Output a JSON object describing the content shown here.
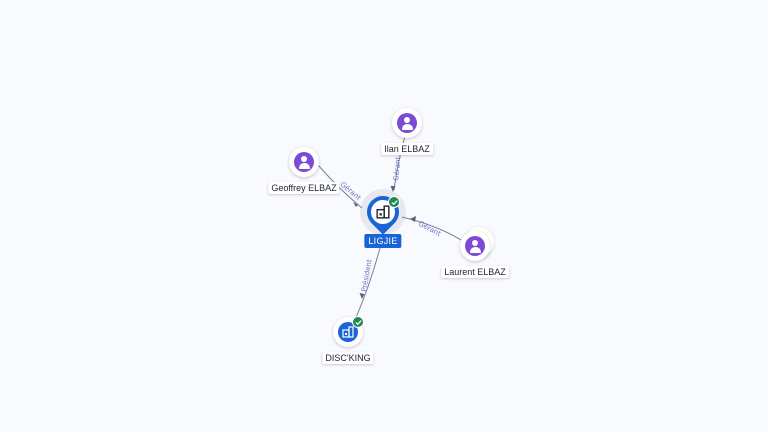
{
  "center": {
    "name": "LIGJIE",
    "verified": true
  },
  "people": [
    {
      "id": "ilan",
      "name": "Ilan ELBAZ",
      "relation": "Gérant"
    },
    {
      "id": "geoffrey",
      "name": "Geoffrey ELBAZ",
      "relation": "Gérant"
    },
    {
      "id": "laurent",
      "name": "Laurent ELBAZ",
      "relation": "Gérant"
    }
  ],
  "companies": [
    {
      "id": "discking",
      "name": "DISC'KING",
      "relation": "Président",
      "verified": true
    }
  ],
  "colors": {
    "company": "#1a64d8",
    "person": "#7c4bd6",
    "verified": "#1f8a53",
    "edge_label": "#6b6fc6"
  },
  "icons": {
    "person": "user-icon",
    "company": "building-icon",
    "verified": "check-icon"
  }
}
